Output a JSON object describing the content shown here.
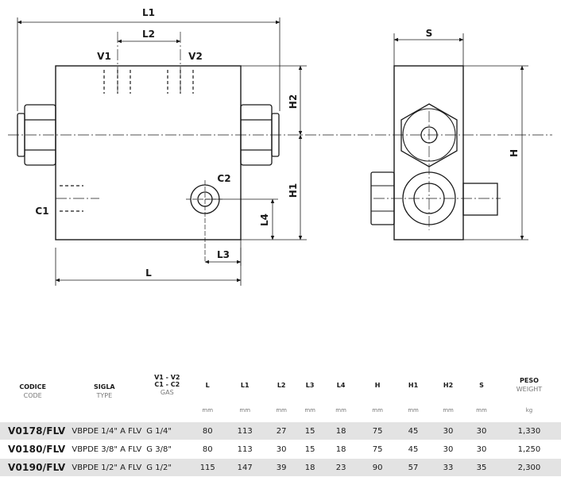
{
  "drawing": {
    "front_labels": {
      "L1": "L1",
      "L2": "L2",
      "V1": "V1",
      "V2": "V2",
      "H2": "H2",
      "H1": "H1",
      "C1": "C1",
      "C2": "C2",
      "L4": "L4",
      "L3": "L3",
      "L": "L"
    },
    "side_labels": {
      "S": "S",
      "H": "H"
    }
  },
  "table": {
    "header": {
      "code": "CODICE",
      "code_en": "CODE",
      "type": "SIGLA",
      "type_en": "TYPE",
      "ports_line1": "V1 - V2",
      "ports_line2": "C1 - C2",
      "ports_unit": "GAS",
      "L": "L",
      "L1": "L1",
      "L2": "L2",
      "L3": "L3",
      "L4": "L4",
      "H": "H",
      "H1": "H1",
      "H2": "H2",
      "S": "S",
      "weight": "PESO",
      "weight_en": "WEIGHT",
      "weight_unit": "kg",
      "mm": "mm"
    },
    "rows": [
      {
        "code": "V0178/FLV",
        "type": "VBPDE 1/4\" A FLV",
        "gas": "G 1/4\"",
        "L": "80",
        "L1": "113",
        "L2": "27",
        "L3": "15",
        "L4": "18",
        "H": "75",
        "H1": "45",
        "H2": "30",
        "S": "30",
        "weight": "1,330"
      },
      {
        "code": "V0180/FLV",
        "type": "VBPDE 3/8\" A FLV",
        "gas": "G 3/8\"",
        "L": "80",
        "L1": "113",
        "L2": "30",
        "L3": "15",
        "L4": "18",
        "H": "75",
        "H1": "45",
        "H2": "30",
        "S": "30",
        "weight": "1,250"
      },
      {
        "code": "V0190/FLV",
        "type": "VBPDE 1/2\" A FLV",
        "gas": "G 1/2\"",
        "L": "115",
        "L1": "147",
        "L2": "39",
        "L3": "18",
        "L4": "23",
        "H": "90",
        "H1": "57",
        "H2": "33",
        "S": "35",
        "weight": "2,300"
      }
    ]
  }
}
